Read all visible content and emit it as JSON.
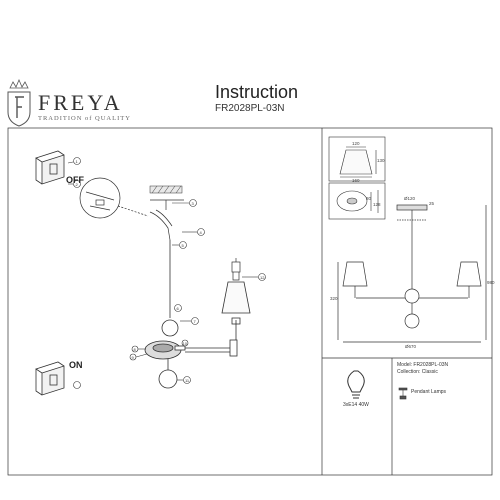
{
  "brand": {
    "name": "FREYA",
    "tagline": "TRADITION of QUALITY"
  },
  "header": {
    "title": "Instruction",
    "model": "FR2028PL-03N"
  },
  "switch_labels": {
    "off": "OFF",
    "on": "ON"
  },
  "dimensions": {
    "shade_top": "120",
    "shade_height": "130",
    "shade_bottom": "160",
    "canopy_height": "80",
    "canopy_depth": "128",
    "canopy_diameter": "Ø120",
    "canopy_width": "25",
    "total_height": "320",
    "max_height": "980",
    "total_width": "Ø670"
  },
  "specs": {
    "model": "Model: FR2028PL-03N",
    "collection": "Collection: Classic",
    "bulb": "3xE14 40W",
    "type": "Pendant Lamps"
  },
  "steps": [
    "1",
    "2",
    "3",
    "4",
    "5",
    "6",
    "7",
    "8",
    "9",
    "10",
    "11",
    "12"
  ]
}
